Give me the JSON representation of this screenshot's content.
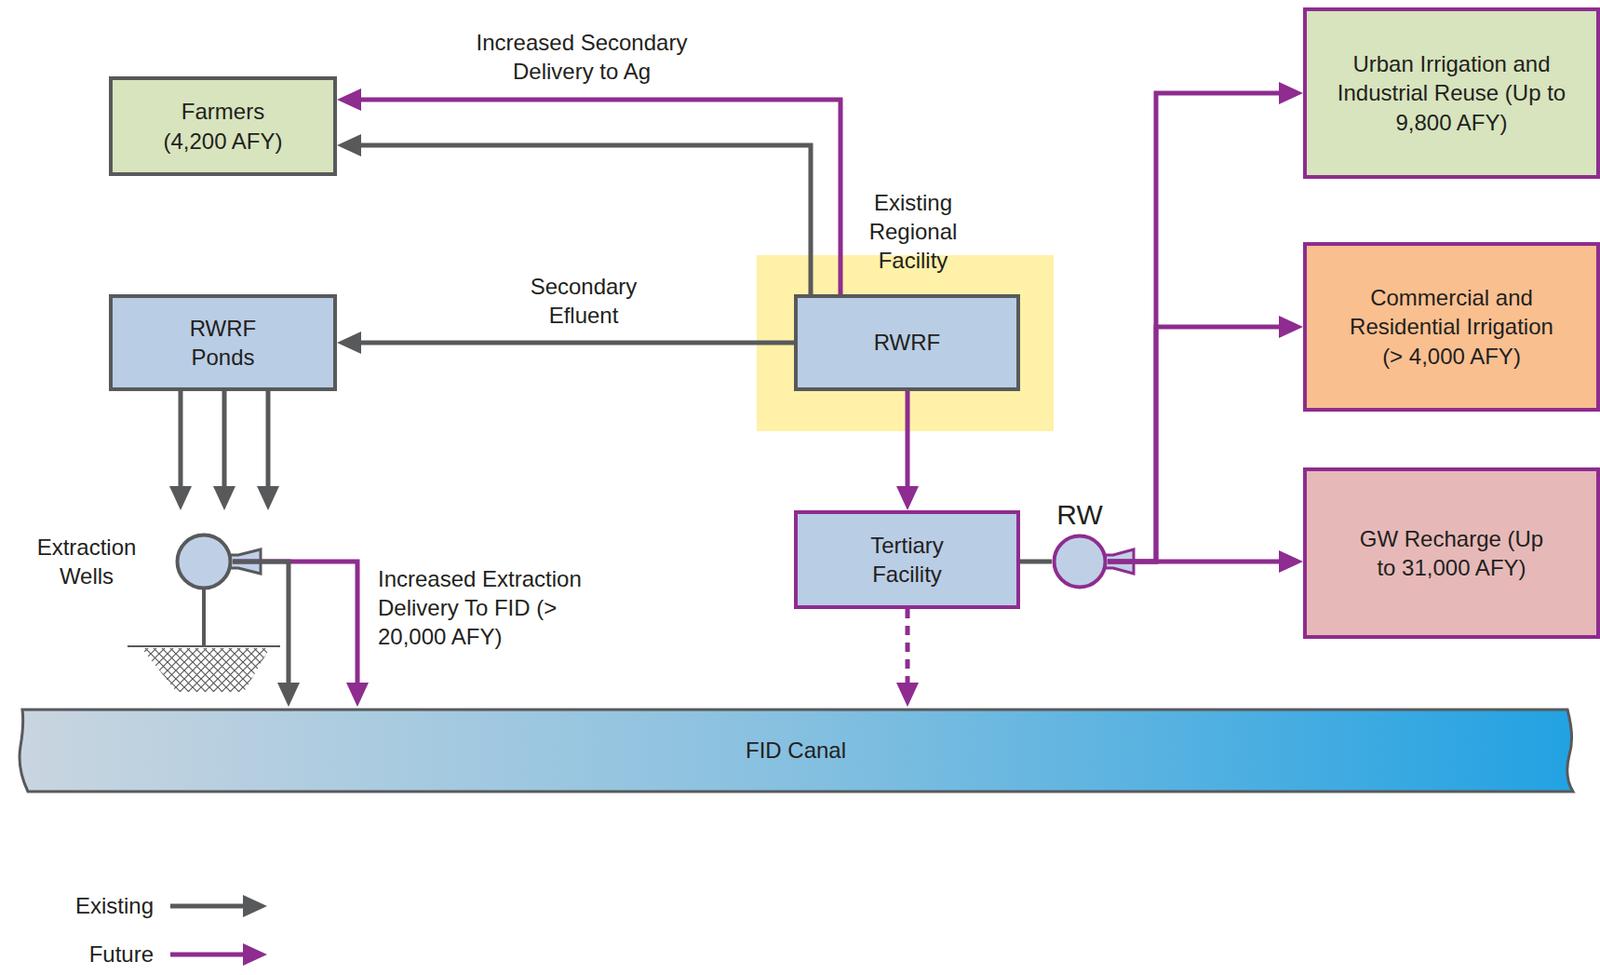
{
  "diagram": {
    "nodes": [
      {
        "text": [
          "Farmers (4,200 AFY)"
        ]
      },
      {
        "text": [
          "Urban Irrigation and Industrial Reuse (Up to 9,800 AFY)"
        ]
      },
      {
        "text": [
          "Existing Regional Facility"
        ]
      },
      {
        "text": [
          "RWRF Ponds"
        ]
      },
      {
        "text": [
          "RWRF"
        ],
        "in": 2
      },
      {
        "text": [
          "Commercial and Residential Irrigation (> 4,000 AFY)"
        ]
      },
      {
        "text": [
          "Extraction Wells"
        ]
      },
      {
        "text": [
          "Tertiary Facility"
        ]
      },
      {
        "text": [
          "RW"
        ]
      },
      {
        "text": [
          "GW Recharge (Up to 31,000 AFY)"
        ]
      },
      {
        "text": [
          "FID Canal"
        ]
      }
    ],
    "edges": [
      {
        "from": 4,
        "to": 0,
        "arrow": "to"
      },
      {
        "from": 4,
        "to": 0,
        "arrow": "to",
        "label": "Increased Secondary Delivery to Ag"
      },
      {
        "from": 4,
        "to": 3,
        "arrow": "to",
        "label": "Secondary Efluent"
      },
      {
        "from": 4,
        "to": 7,
        "arrow": "to"
      },
      {
        "from": 7,
        "to": 10,
        "arrow": "to"
      },
      {
        "from": 7,
        "to": 8,
        "arrow": "none"
      },
      {
        "from": 8,
        "to": 1,
        "arrow": "to"
      },
      {
        "from": 8,
        "to": 5,
        "arrow": "to"
      },
      {
        "from": 8,
        "to": 9,
        "arrow": "to"
      },
      {
        "from": 6,
        "to": 10,
        "arrow": "to",
        "label": "Increased Extraction Delivery To FID (> 20,000 AFY)"
      },
      {
        "from": 6,
        "to": 10,
        "arrow": "to"
      }
    ],
    "legend": [
      {
        "text": "Existing"
      },
      {
        "text": "Future"
      }
    ]
  }
}
